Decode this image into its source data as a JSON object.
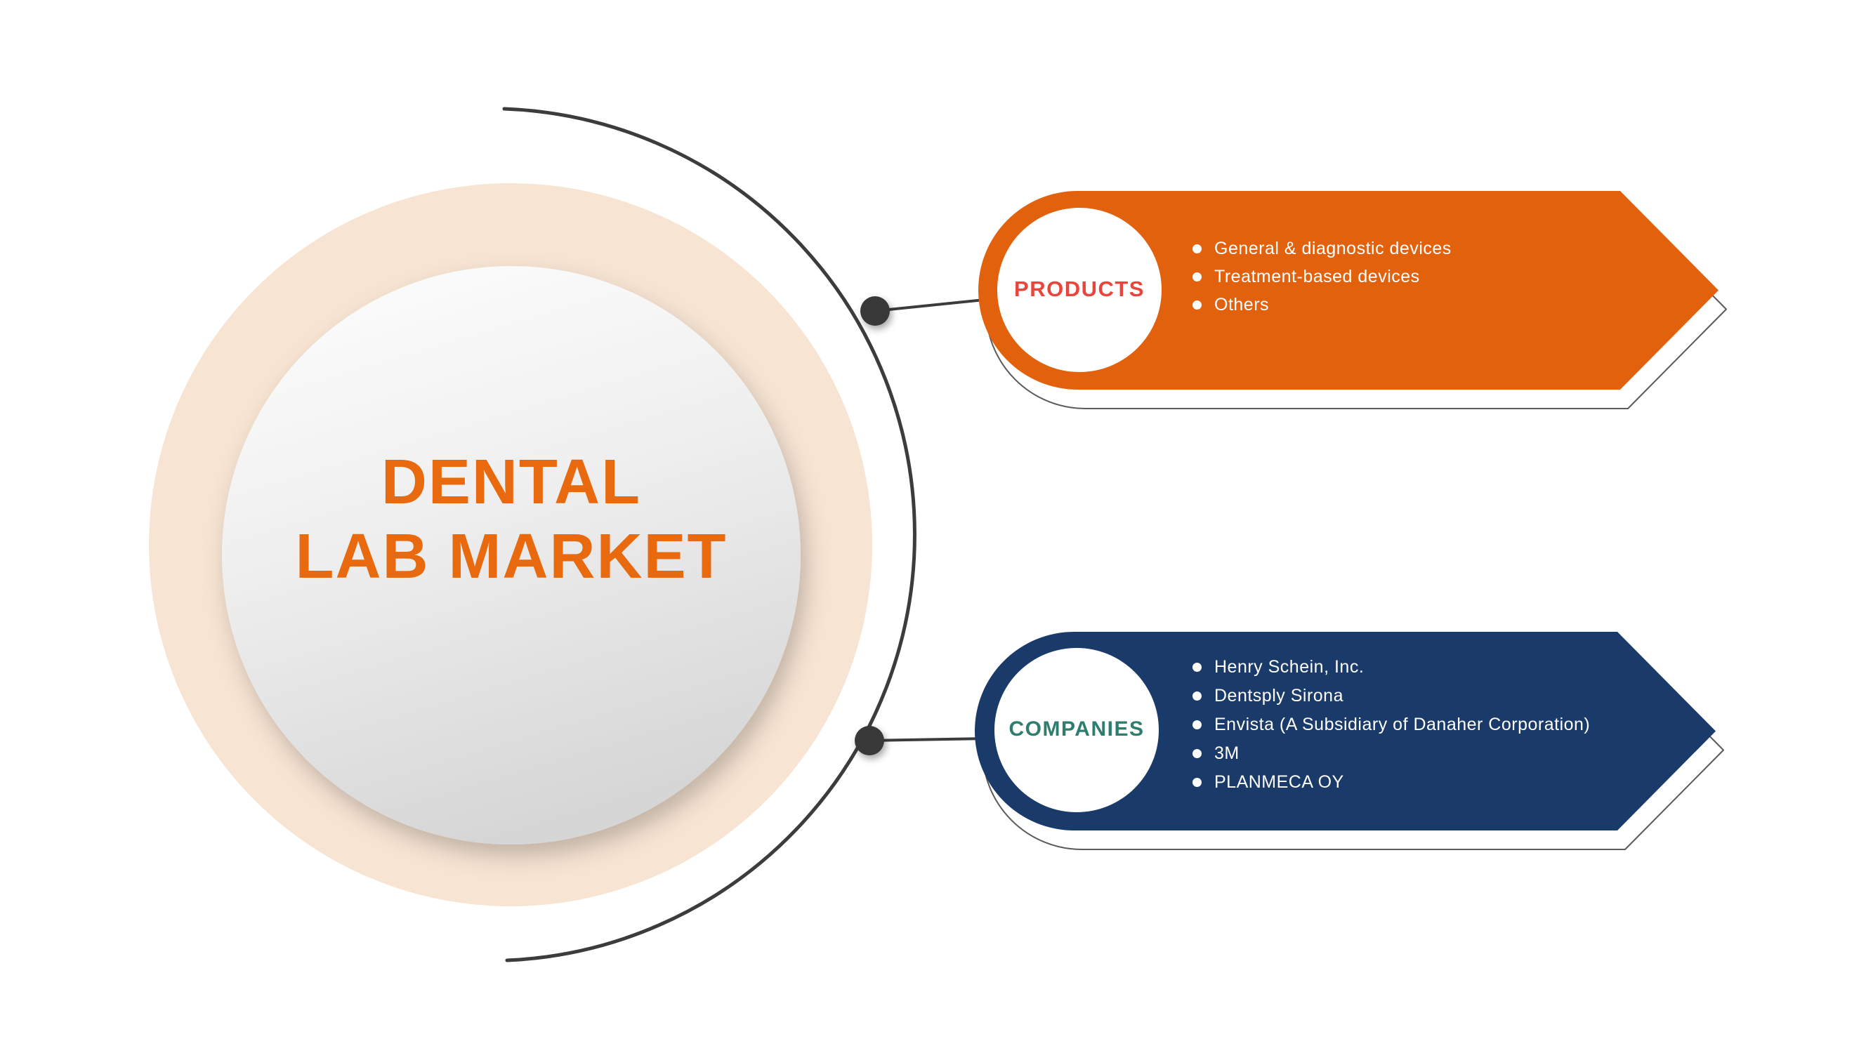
{
  "title": {
    "line1": "DENTAL",
    "line2": "LAB MARKET"
  },
  "banners": [
    {
      "label": "PRODUCTS",
      "items": [
        "General  & diagnostic devices",
        "Treatment-based devices",
        "Others"
      ],
      "banner_color": "#E2610D",
      "label_color": "#E8463D"
    },
    {
      "label": "COMPANIES",
      "items": [
        "Henry Schein, Inc.",
        "Dentsply Sirona",
        "Envista (A Subsidiary of Danaher Corporation)",
        "3M",
        "PLANMECA OY"
      ],
      "banner_color": "#1A3A69",
      "label_color": "#2F7D6D"
    }
  ],
  "colors": {
    "title_orange": "#E8690E",
    "outer_ring_beige": "#F7E4D3",
    "inner_circle_top": "#FDFDFD",
    "inner_circle_bottom": "#D6D6D6",
    "connector_dark": "#3C3C3C",
    "bullet_white": "#FFFFFF",
    "shadow_outline_gray": "#5A5A5A",
    "background": "#FFFFFF"
  }
}
